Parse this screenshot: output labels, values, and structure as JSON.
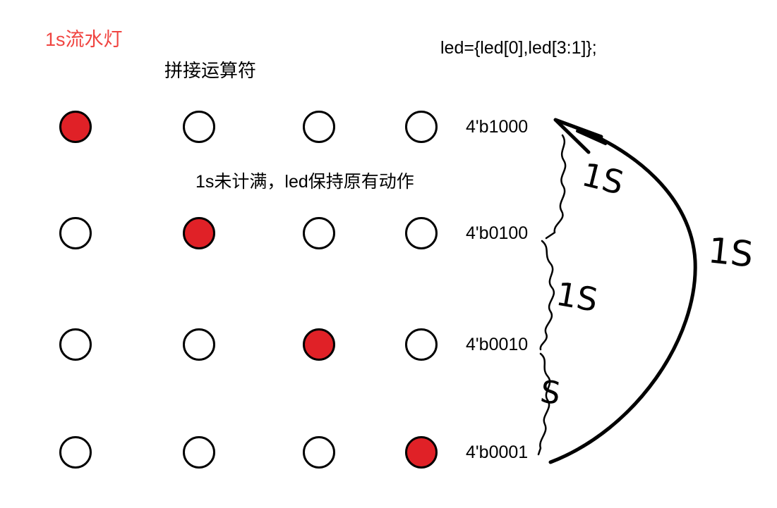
{
  "title": {
    "text": "1s流水灯"
  },
  "labels": {
    "concat": "拼接运算符",
    "code": "led={led[0],led[3:1]};",
    "hold_note": "1s未计满，led保持原有动作"
  },
  "colors": {
    "led_on": "#e02127",
    "led_off": "#ffffff",
    "outline": "#000000",
    "title": "#f04541"
  },
  "rows": [
    {
      "label": "4'b1000",
      "leds": [
        1,
        0,
        0,
        0
      ]
    },
    {
      "label": "4'b0100",
      "leds": [
        0,
        1,
        0,
        0
      ]
    },
    {
      "label": "4'b0010",
      "leds": [
        0,
        0,
        1,
        0
      ]
    },
    {
      "label": "4'b0001",
      "leds": [
        0,
        0,
        0,
        1
      ]
    }
  ],
  "marks": [
    {
      "text": "1S"
    },
    {
      "text": "1S"
    },
    {
      "text": "S"
    },
    {
      "text": "1S"
    }
  ]
}
